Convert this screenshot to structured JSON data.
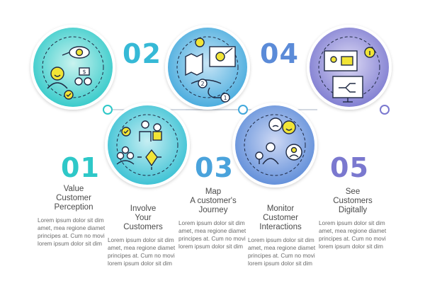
{
  "colors": {
    "c1": "#2ec8c8",
    "c2": "#36b9d6",
    "c3": "#4aa3dc",
    "c4": "#5b8bd8",
    "c5": "#7a78cf",
    "icon_line": "#1f2a44",
    "icon_accent": "#f1e436"
  },
  "steps": [
    {
      "number": "01",
      "title_lines": [
        "Value",
        "Customer",
        "Perception"
      ],
      "body_lines": [
        "Lorem ipsum dolor sit dim",
        "amet, mea regione diamet",
        "principes at. Cum no movi",
        "lorem ipsum dolor sit dim"
      ],
      "icon": "customer-perception-icon"
    },
    {
      "number": "02",
      "title_lines": [
        "Involve",
        "Your",
        "Customers"
      ],
      "body_lines": [
        "Lorem ipsum dolor sit dim",
        "amet, mea regione diamet",
        "principes at. Cum no movi",
        "lorem ipsum dolor sit dim"
      ],
      "icon": "team-involvement-icon"
    },
    {
      "number": "03",
      "title_lines": [
        "Map",
        "A customer's",
        "Journey"
      ],
      "body_lines": [
        "Lorem ipsum dolor sit dim",
        "amet, mea regione diamet",
        "principes at. Cum no movi",
        "lorem ipsum dolor sit dim"
      ],
      "icon": "journey-map-icon"
    },
    {
      "number": "04",
      "title_lines": [
        "Monitor",
        "Customer",
        "Interactions"
      ],
      "body_lines": [
        "Lorem ipsum dolor sit dim",
        "amet, mea regione diamet",
        "principes at. Cum no movi",
        "lorem ipsum dolor sit dim"
      ],
      "icon": "interaction-monitor-icon"
    },
    {
      "number": "05",
      "title_lines": [
        "See",
        "Customers",
        "Digitally"
      ],
      "body_lines": [
        "Lorem ipsum dolor sit dim",
        "amet, mea regione diamet",
        "principes at. Cum no movi",
        "lorem ipsum dolor sit dim"
      ],
      "icon": "digital-customer-icon"
    }
  ]
}
